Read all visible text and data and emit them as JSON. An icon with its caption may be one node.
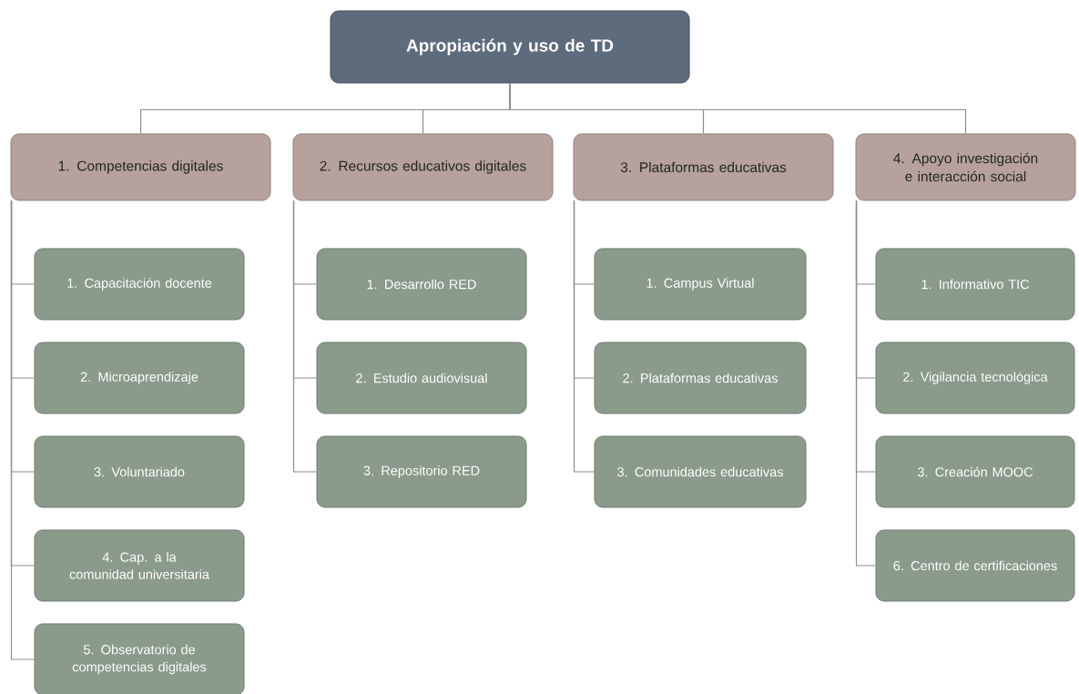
{
  "diagram": {
    "nodes": [
      {
        "text": [
          "Apropiación y uso de TD"
        ]
      },
      {
        "text": [
          "1. Competencias digitales"
        ]
      },
      {
        "text": [
          "1. Capacitación docente"
        ]
      },
      {
        "text": [
          "2. Microaprendizaje"
        ]
      },
      {
        "text": [
          "3. Voluntariado"
        ]
      },
      {
        "text": [
          "4. Cap. a la comunidad universitaria"
        ]
      },
      {
        "text": [
          "5. Observatorio de competencias digitales"
        ]
      },
      {
        "text": [
          "2. Recursos educativos digitales"
        ]
      },
      {
        "text": [
          "1. Desarrollo RED"
        ]
      },
      {
        "text": [
          "2. Estudio audiovisual"
        ]
      },
      {
        "text": [
          "3. Repositorio RED"
        ]
      },
      {
        "text": [
          "3. Plataformas educativas"
        ]
      },
      {
        "text": [
          "1. Campus Virtual"
        ]
      },
      {
        "text": [
          "2. Plataformas educativas"
        ]
      },
      {
        "text": [
          "3. Comunidades educativas"
        ]
      },
      {
        "text": [
          "4. Apoyo investigación e interacción social"
        ]
      },
      {
        "text": [
          "1. Informativo TIC"
        ]
      },
      {
        "text": [
          "2. Vigilancia tecnológica"
        ]
      },
      {
        "text": [
          "3. Creación MOOC"
        ]
      },
      {
        "text": [
          "6. Centro de certificaciones"
        ]
      }
    ],
    "edges": [
      {
        "from": 0,
        "to": 1,
        "arrow": "none"
      },
      {
        "from": 0,
        "to": 7,
        "arrow": "none"
      },
      {
        "from": 0,
        "to": 11,
        "arrow": "none"
      },
      {
        "from": 0,
        "to": 15,
        "arrow": "none"
      },
      {
        "from": 1,
        "to": 2,
        "arrow": "none"
      },
      {
        "from": 1,
        "to": 3,
        "arrow": "none"
      },
      {
        "from": 1,
        "to": 4,
        "arrow": "none"
      },
      {
        "from": 1,
        "to": 5,
        "arrow": "none"
      },
      {
        "from": 1,
        "to": 6,
        "arrow": "none"
      },
      {
        "from": 7,
        "to": 8,
        "arrow": "none"
      },
      {
        "from": 7,
        "to": 9,
        "arrow": "none"
      },
      {
        "from": 7,
        "to": 10,
        "arrow": "none"
      },
      {
        "from": 11,
        "to": 12,
        "arrow": "none"
      },
      {
        "from": 11,
        "to": 13,
        "arrow": "none"
      },
      {
        "from": 11,
        "to": 14,
        "arrow": "none"
      },
      {
        "from": 15,
        "to": 16,
        "arrow": "none"
      },
      {
        "from": 15,
        "to": 17,
        "arrow": "none"
      },
      {
        "from": 15,
        "to": 18,
        "arrow": "none"
      },
      {
        "from": 15,
        "to": 19,
        "arrow": "none"
      }
    ]
  }
}
